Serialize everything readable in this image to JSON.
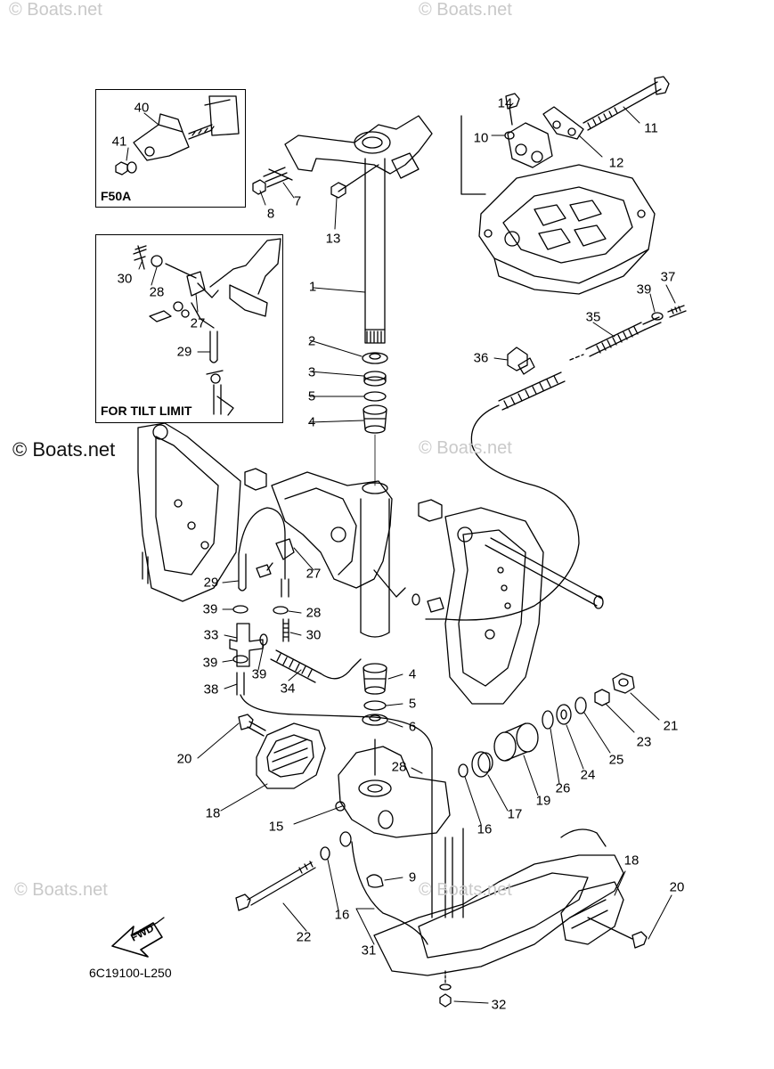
{
  "watermarks": {
    "top_left": "© Boats.net",
    "top_center": "© Boats.net",
    "left_mid": "© Boats.net",
    "center_mid": "© Boats.net",
    "left_lower": "© Boats.net",
    "center_lower": "© Boats.net"
  },
  "insets": {
    "f50a_label": "F50A",
    "tilt_limit_label": "FOR TILT LIMIT"
  },
  "drawing_code": "6C19100-L250",
  "fwd_label": "FWD",
  "callouts": [
    "40",
    "41",
    "8",
    "7",
    "13",
    "14",
    "10",
    "11",
    "12",
    "30",
    "28",
    "27",
    "29",
    "1",
    "2",
    "3",
    "5",
    "4",
    "36",
    "39",
    "37",
    "35",
    "27",
    "29",
    "39",
    "28",
    "33",
    "30",
    "39",
    "39",
    "34",
    "38",
    "4",
    "5",
    "6",
    "20",
    "28",
    "18",
    "15",
    "16",
    "17",
    "19",
    "26",
    "24",
    "25",
    "23",
    "21",
    "9",
    "16",
    "22",
    "31",
    "18",
    "20",
    "32"
  ]
}
